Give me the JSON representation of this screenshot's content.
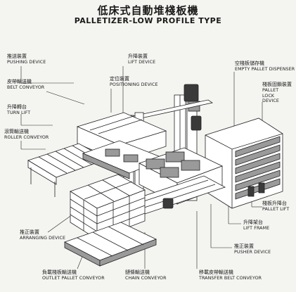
{
  "title": {
    "chinese": "低床式自動堆棧板機",
    "english": "PALLETIZER-LOW PROFILE TYPE"
  },
  "labels": {
    "pushing_device": {
      "cn": "推送裝置",
      "en": "PUSHING DEVICE"
    },
    "belt_conveyor": {
      "cn": "皮帶輸送機",
      "en": "BELT CONVEYOR"
    },
    "turn_lift": {
      "cn": "升降轉台",
      "en": "TURN LIFT"
    },
    "roller_conveyor": {
      "cn": "滾筒輸送機",
      "en": "ROLLER CONVEYOR"
    },
    "lift_device": {
      "cn": "升降裝置",
      "en": "LIFT DEVICE"
    },
    "positioning_device": {
      "cn": "定位裝置",
      "en": "POSITIONING DEVICE"
    },
    "empty_pallet_dispenser": {
      "cn": "空棧板儲存機",
      "en": "EMPTY PALLET DISPENSER"
    },
    "pallet_lock_device": {
      "cn": "棧板固鎖裝置",
      "en": "PALLET LOCK DEVICE"
    },
    "pallet_lift": {
      "cn": "棧板升降台",
      "en": "PALLET LIFT"
    },
    "lift_frame": {
      "cn": "升降架台",
      "en": "LIFT FRAME"
    },
    "pusher_device": {
      "cn": "推正裝置",
      "en": "PUSHER DEVICE"
    },
    "arranging_device": {
      "cn": "推正裝置",
      "en": "ARRANGING DEVICE"
    },
    "outlet_pallet_conveyor": {
      "cn": "負載棧板輸送機",
      "en": "OUTLET PALLET CONVEYOR"
    },
    "chain_conveyor": {
      "cn": "鏈條輸送機",
      "en": "CHAIN CONVEYOR"
    },
    "transfer_belt_conveyor": {
      "cn": "移載皮帶輸送機",
      "en": "TRANSFER BELT CONVEYOR"
    }
  }
}
